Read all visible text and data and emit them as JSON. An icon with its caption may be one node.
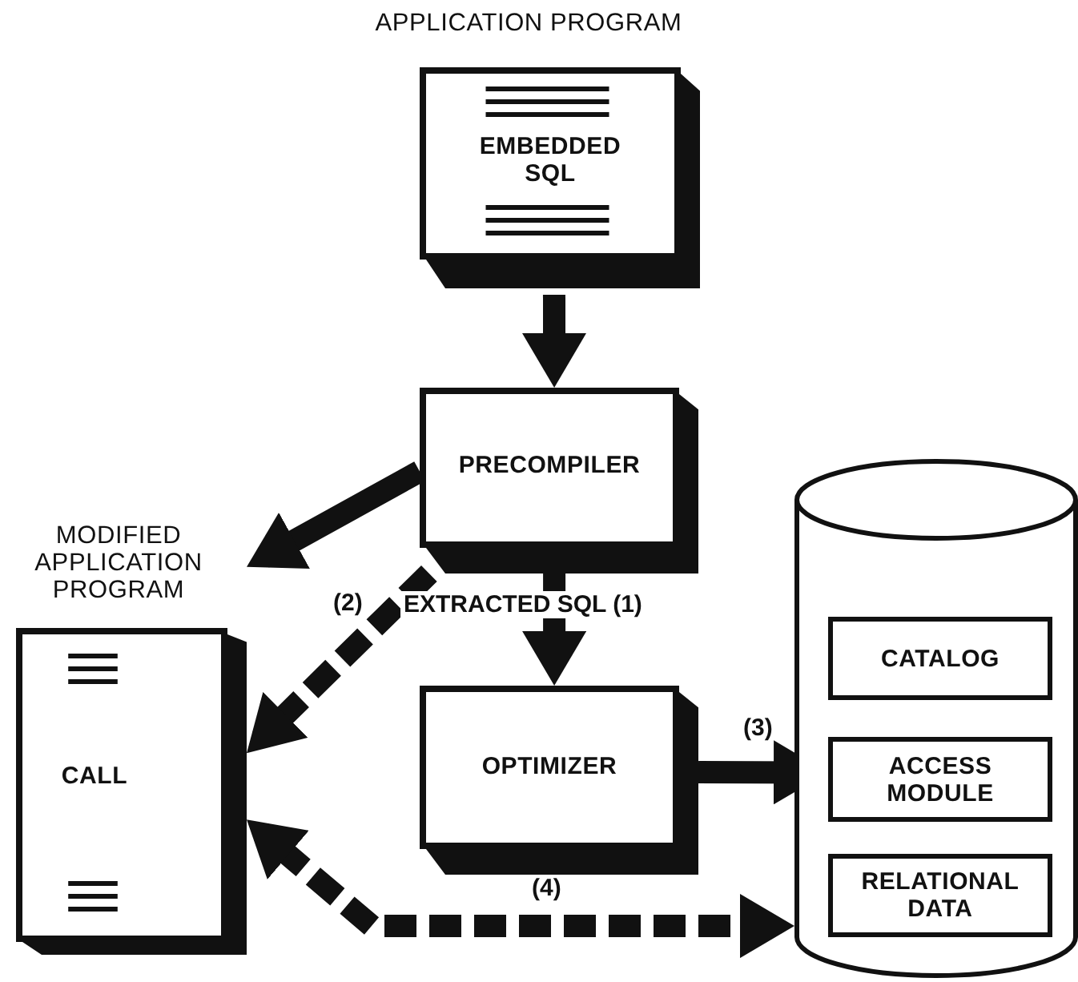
{
  "diagram": {
    "nodes": [
      {
        "text": [
          "APPLICATION PROGRAM",
          "EMBEDDED SQL"
        ]
      },
      {
        "text": [
          "PRECOMPILER"
        ]
      },
      {
        "text": [
          "MODIFIED APPLICATION PROGRAM",
          "CALL"
        ]
      },
      {
        "text": [
          "OPTIMIZER"
        ]
      },
      {
        "text": [],
        "shape": "cylinder"
      },
      {
        "text": [
          "CATALOG"
        ],
        "in": 4
      },
      {
        "text": [
          "ACCESS MODULE"
        ],
        "in": 4
      },
      {
        "text": [
          "RELATIONAL DATA"
        ],
        "in": 4
      }
    ],
    "edges": [
      {
        "from": 0,
        "to": 1,
        "arrow": "to"
      },
      {
        "from": 1,
        "to": 2,
        "arrow": "to"
      },
      {
        "from": 1,
        "to": 3,
        "arrow": "to",
        "label": "EXTRACTED SQL (1)"
      },
      {
        "from": 1,
        "to": 2,
        "arrow": "to",
        "label": "(2)",
        "style": "dashed"
      },
      {
        "from": 3,
        "to": 6,
        "arrow": "to",
        "label": "(3)"
      },
      {
        "from": 4,
        "to": 2,
        "arrow": "both",
        "label": "(4)",
        "style": "dashed"
      }
    ]
  }
}
